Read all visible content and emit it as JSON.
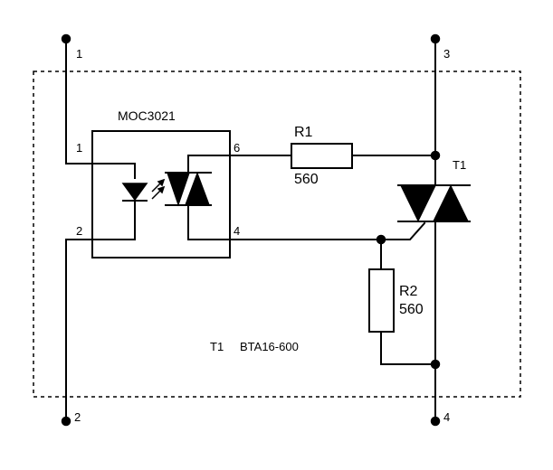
{
  "terminals": {
    "t1": "1",
    "t2": "2",
    "t3": "3",
    "t4": "4"
  },
  "optocoupler": {
    "name": "MOC3021",
    "pin1": "1",
    "pin2": "2",
    "pin4": "4",
    "pin6": "6"
  },
  "r1": {
    "name": "R1",
    "value": "560"
  },
  "r2": {
    "name": "R2",
    "value": "560"
  },
  "triac": {
    "name": "T1"
  },
  "note": {
    "ref": "T1",
    "part": "BTA16-600"
  }
}
